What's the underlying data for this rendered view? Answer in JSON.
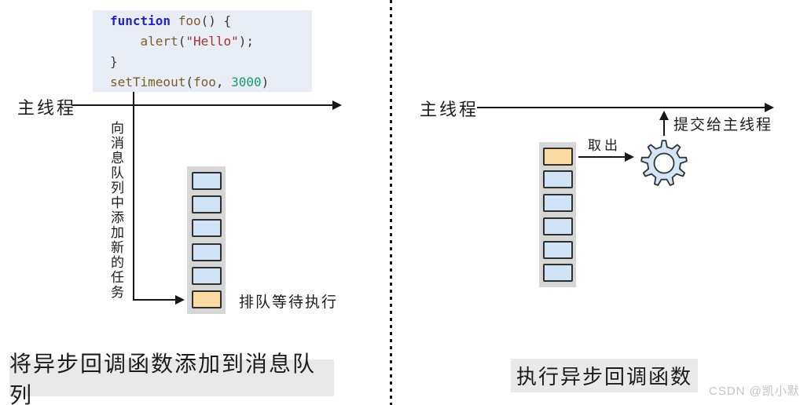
{
  "colors": {
    "text": "#1c1c1c",
    "line": "#171717",
    "code_bg": "#e9eef6",
    "code_text": "#3a3a3a",
    "keyword": "#2222cc",
    "identifier": "#795e26",
    "string": "#a53030",
    "number": "#169c6f",
    "box_blue": "#cfe3f4",
    "box_orange": "#fbd9a2",
    "queue_bg": "#d6d6d6",
    "caption_bg": "#e9e9e9",
    "gear_fill": "#d4e6f5",
    "gear_stroke": "#333333",
    "watermark": "#c5c5c5"
  },
  "left": {
    "code": {
      "lines": [
        [
          {
            "t": "function",
            "c": "keyword"
          },
          {
            "t": " foo",
            "c": "identifier"
          },
          {
            "t": "() {",
            "c": "plain"
          }
        ],
        [
          {
            "t": "    alert",
            "c": "identifier"
          },
          {
            "t": "(",
            "c": "plain"
          },
          {
            "t": "\"Hello\"",
            "c": "string"
          },
          {
            "t": ");",
            "c": "plain"
          }
        ],
        [
          {
            "t": "}",
            "c": "plain"
          }
        ],
        [
          {
            "t": "setTimeout",
            "c": "identifier"
          },
          {
            "t": "(",
            "c": "plain"
          },
          {
            "t": "foo",
            "c": "identifier"
          },
          {
            "t": ", ",
            "c": "plain"
          },
          {
            "t": "3000",
            "c": "number"
          },
          {
            "t": ")",
            "c": "plain"
          }
        ]
      ]
    },
    "main_thread_label": "主线程",
    "vertical_note": "向消息队列中添加新的任务",
    "queue_boxes": [
      "blue",
      "blue",
      "blue",
      "blue",
      "blue",
      "orange"
    ],
    "queue_label": "排队等待执行",
    "caption": "将异步回调函数添加到消息队列"
  },
  "right": {
    "main_thread_label": "主线程",
    "queue_boxes": [
      "orange",
      "blue",
      "blue",
      "blue",
      "blue",
      "blue"
    ],
    "takeout_label": "取出",
    "submit_label": "提交给主线程",
    "caption": "执行异步回调函数"
  },
  "watermark": "CSDN @凯小默"
}
